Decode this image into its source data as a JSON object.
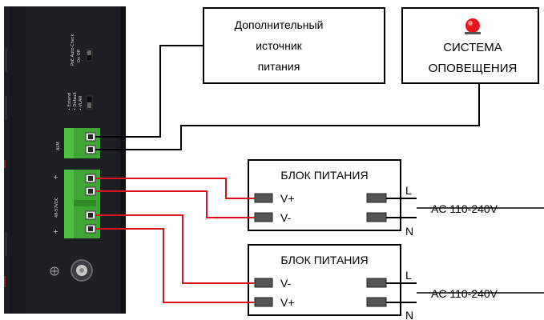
{
  "device": {
    "switch_poe_label": "PoE Auto-Check",
    "switch_poe_states": "On  Off",
    "switch_vlan_lines": [
      "• Extend",
      "• Default",
      "• VLAN"
    ],
    "alm_label": "ALM",
    "power_label": "48-57VDC",
    "plus_minus": [
      "+",
      "-",
      "-",
      "+"
    ]
  },
  "extra_source": {
    "lines": [
      "Дополнительный",
      "источник",
      "питания"
    ]
  },
  "alarm": {
    "lines": [
      "СИСТЕМА",
      "ОПОВЕЩЕНИЯ"
    ],
    "lamp_color": "#e8141b"
  },
  "psu1": {
    "title": "БЛОК ПИТАНИЯ",
    "terminals": [
      "V+",
      "V-"
    ],
    "line_labels": [
      "L",
      "N"
    ],
    "ac_label": "AC 110-240V"
  },
  "psu2": {
    "title": "БЛОК ПИТАНИЯ",
    "terminals": [
      "V-",
      "V+"
    ],
    "line_labels": [
      "L",
      "N"
    ],
    "ac_label": "AC 110-240V"
  },
  "colors": {
    "device_body": "#1d1f24",
    "terminal_green": "#3fa535",
    "wire_red": "#d9141c",
    "wire_black": "#000000"
  }
}
